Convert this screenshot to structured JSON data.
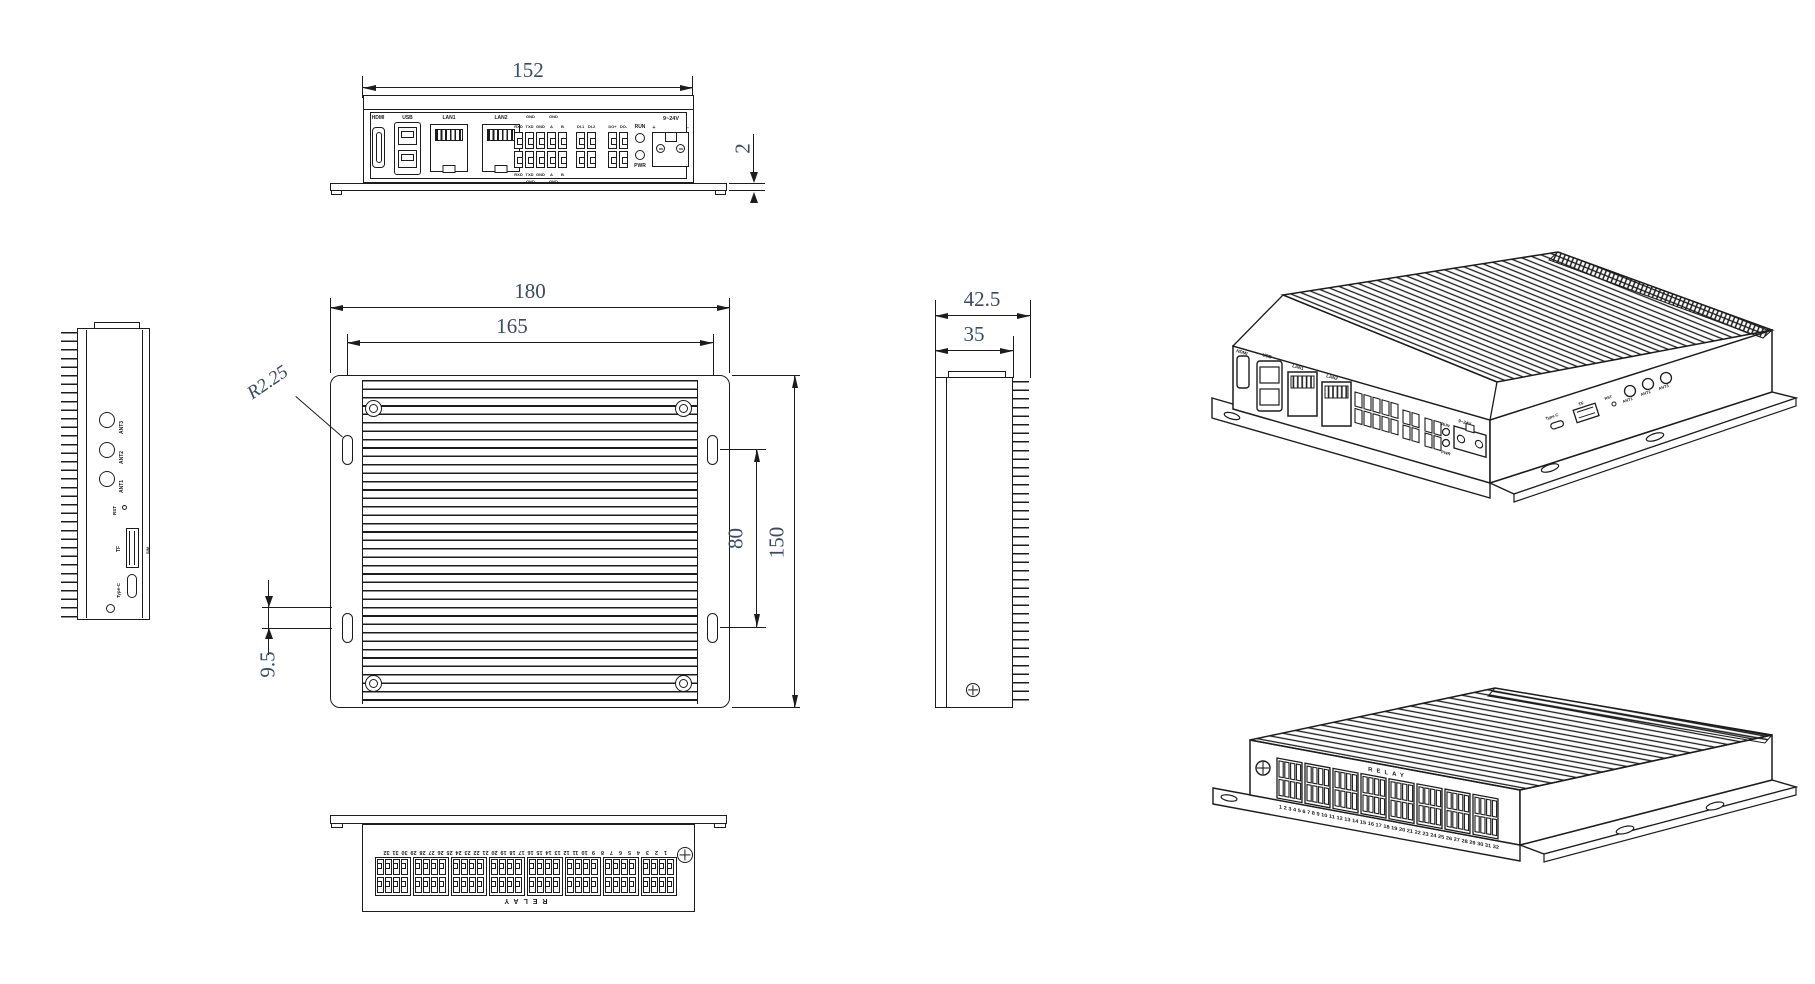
{
  "colors": {
    "line": "#1c1c1c",
    "dim_text": "#3a4a66",
    "background": "#ffffff"
  },
  "front_view": {
    "dim_width": "152",
    "dim_plate_thickness": "2",
    "hdmi_label": "HDMI",
    "usb_label": "USB",
    "lan1_label": "LAN1",
    "lan2_label": "LAN2",
    "com_group_top": [
      "GND",
      "GND"
    ],
    "com_pins_top": [
      "RXD",
      "TXD",
      "GND",
      "A",
      "B"
    ],
    "com_pins_bottom": [
      "RXD",
      "TXD",
      "GND",
      "A",
      "B"
    ],
    "com_group_bottom": [
      "GND",
      "GND"
    ],
    "di_labels": [
      "DI.1",
      "DI.2"
    ],
    "do_labels": [
      "DO+",
      "DO-"
    ],
    "run_led_label": "RUN",
    "pwr_led_label": "PWR",
    "power_label": "9~24V",
    "power_plus": "+",
    "power_minus": "-"
  },
  "top_view": {
    "dim_overall_width": "180",
    "dim_mount_slot_span": "165",
    "dim_overall_depth": "150",
    "dim_mount_slot_spacing": "80",
    "dim_mount_slot_offset": "9.5",
    "corner_radius_label": "R2.25"
  },
  "side_view": {
    "dim_overall_height": "42.5",
    "dim_body_height": "35"
  },
  "left_view": {
    "ant_labels": [
      "ANT3",
      "ANT2",
      "ANT1"
    ],
    "rst_label": "RST",
    "tf_label": "TF",
    "sim_label": "SIM",
    "typec_label": "Type-C"
  },
  "rear_view": {
    "relay_label": "RELAY",
    "terminal_numbers": [
      "1",
      "2",
      "3",
      "4",
      "5",
      "6",
      "7",
      "8",
      "9",
      "10",
      "11",
      "12",
      "13",
      "14",
      "15",
      "16",
      "17",
      "18",
      "19",
      "20",
      "21",
      "22",
      "23",
      "24",
      "25",
      "26",
      "27",
      "28",
      "29",
      "30",
      "31",
      "32"
    ]
  }
}
